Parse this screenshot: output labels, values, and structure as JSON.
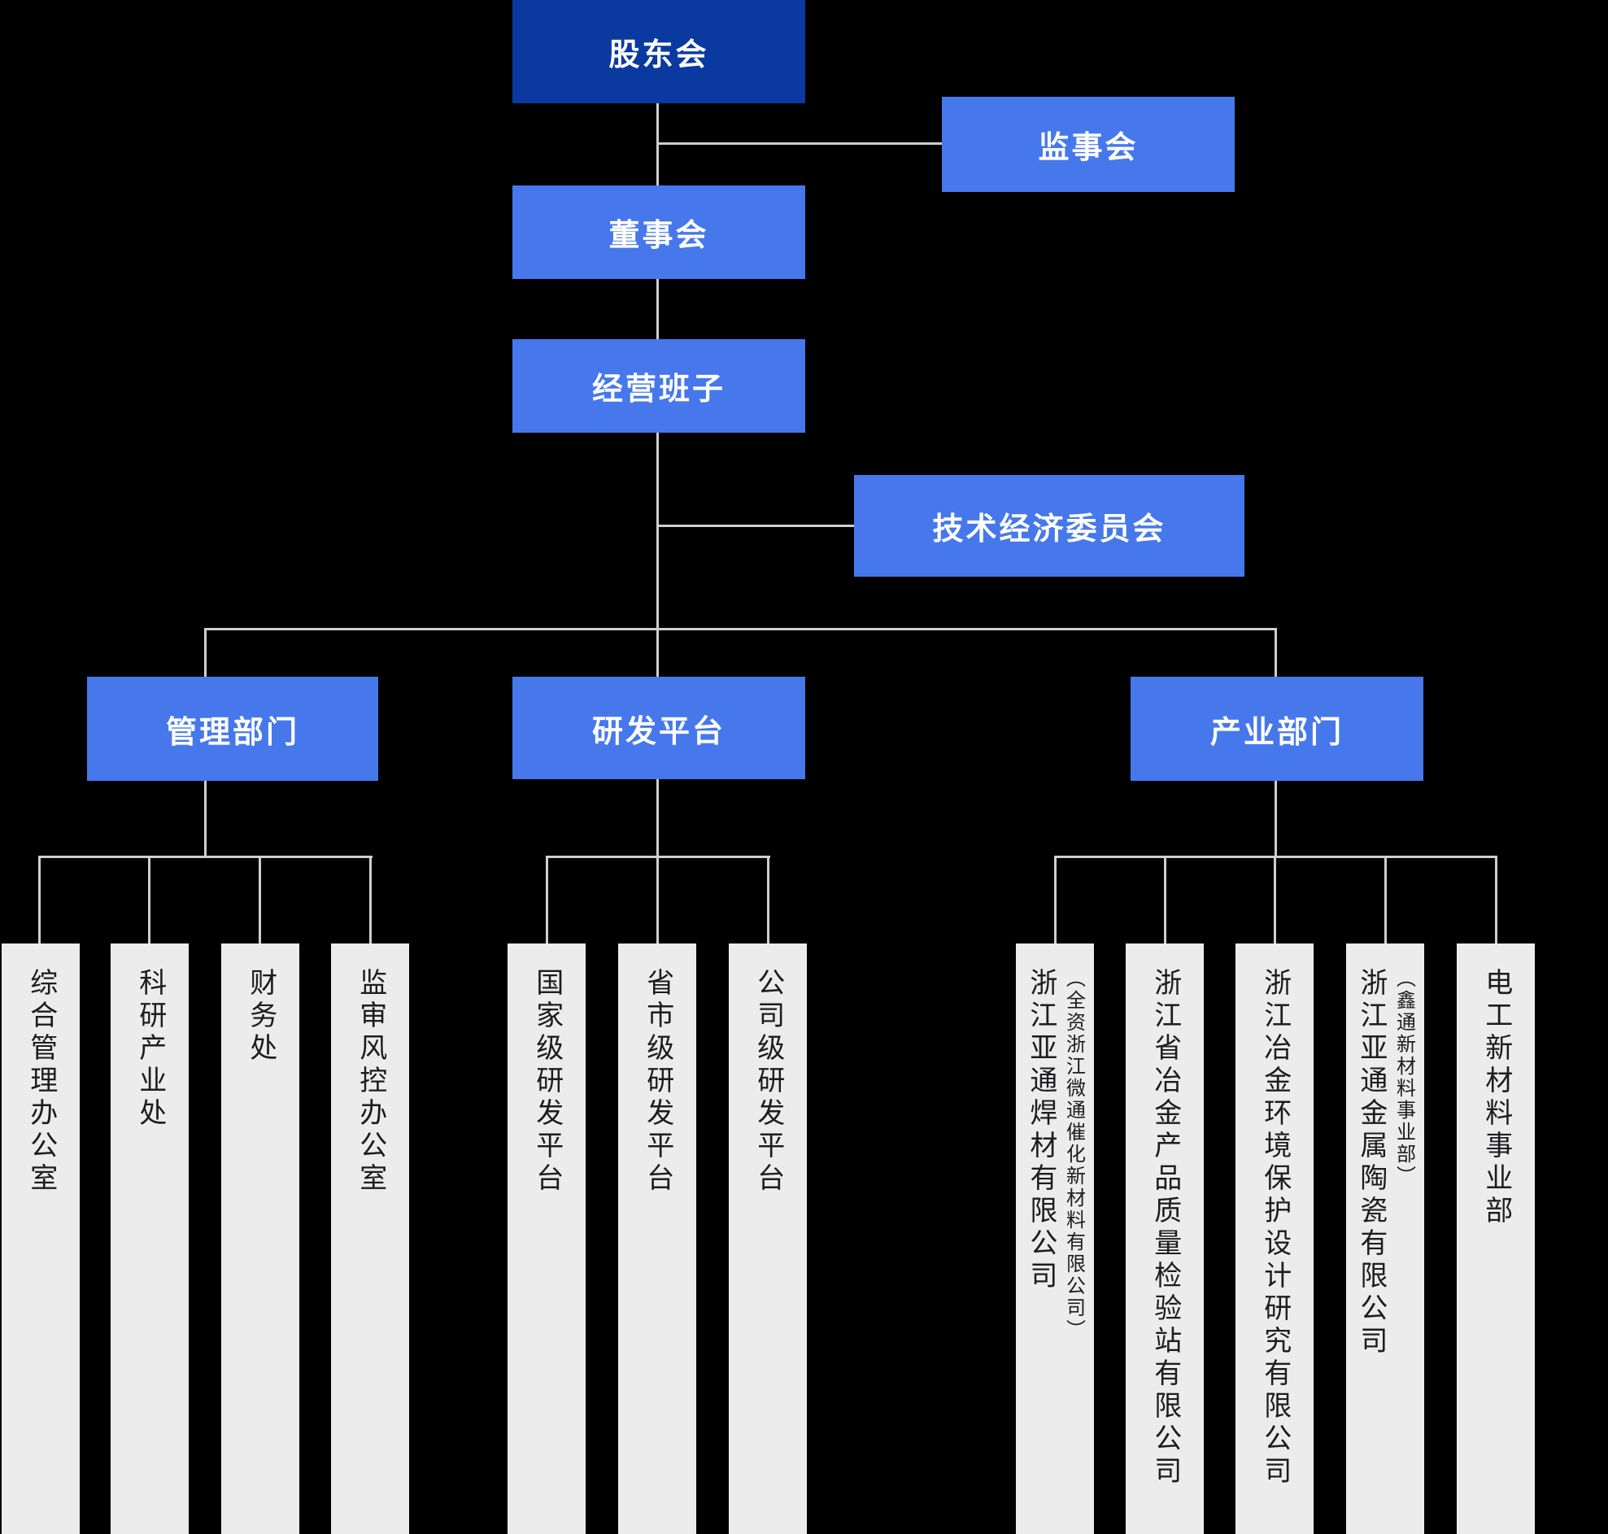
{
  "colors": {
    "darkblue": "#0a3a9f",
    "blue": "#4678ec",
    "line": "#cfcfcf",
    "panel": "#ececec",
    "ink": "#1d1d1f",
    "bg": "#000000"
  },
  "nodes": {
    "shareholders": "股东会",
    "supervisory": "监事会",
    "board": "董事会",
    "management_team": "经营班子",
    "tech_committee": "技术经济委员会",
    "management_dept": "管理部门",
    "rd_platform": "研发平台",
    "industry_dept": "产业部门"
  },
  "leaves": {
    "management": [
      {
        "main": "综合管理办公室"
      },
      {
        "main": "科研产业处"
      },
      {
        "main": "财务处"
      },
      {
        "main": "监审风控办公室"
      }
    ],
    "rd": [
      {
        "main": "国家级研发平台"
      },
      {
        "main": "省市级研发平台"
      },
      {
        "main": "公司级研发平台"
      }
    ],
    "industry": [
      {
        "main": "浙江亚通焊材有限公司",
        "sub": "（全资浙江微通催化新材料有限公司）"
      },
      {
        "main": "浙江省冶金产品质量检验站有限公司"
      },
      {
        "main": "浙江冶金环境保护设计研究有限公司"
      },
      {
        "main": "浙江亚通金属陶瓷有限公司",
        "sub": "（鑫通新材料事业部）"
      },
      {
        "main": "电工新材料事业部"
      }
    ]
  }
}
